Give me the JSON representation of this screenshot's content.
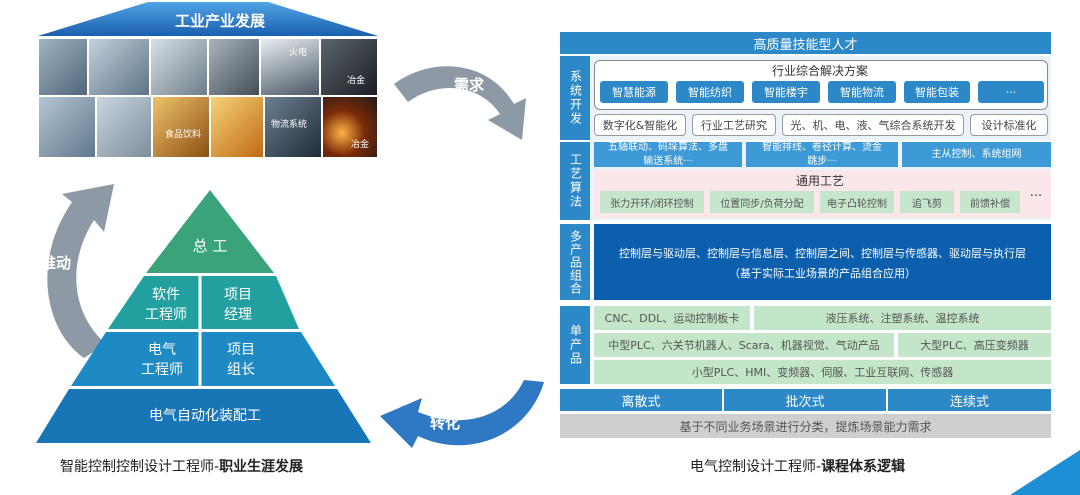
{
  "collage": {
    "title": "工业产业发展",
    "photo_labels": [
      "火电",
      "冶金",
      "食品饮料",
      "物流系统",
      "冶金"
    ]
  },
  "pyramid": {
    "top": "总 工",
    "row2_left": "软件\n工程师",
    "row2_right": "项目\n经理",
    "row3_left": "电气\n工程师",
    "row3_right": "项目\n组长",
    "base": "电气自动化装配工"
  },
  "arrows": {
    "demand": "需求",
    "drive": "推动",
    "transform": "转化"
  },
  "captions": {
    "left_prefix": "智能控制控制设计工程师-",
    "left_bold": "职业生涯发展",
    "right_prefix": "电气控制设计工程师-",
    "right_bold": "课程体系逻辑"
  },
  "framework": {
    "top_bar": "高质量技能型人才",
    "system_dev": {
      "label": "系统开发",
      "solutions_title": "行业综合解决方案",
      "solutions": [
        "智慧能源",
        "智能纺织",
        "智能楼宇",
        "智能物流",
        "智能包装",
        "···"
      ],
      "outlines": [
        "数字化&智能化",
        "行业工艺研究",
        "光、机、电、液、气综合系统开发",
        "设计标准化"
      ]
    },
    "process": {
      "label": "工艺算法",
      "blue": [
        "五轴联动、码垛算法、多盘\n输送系统···",
        "智能排线、卷径计算、烫金\n跳步···",
        "主从控制、系统组网"
      ],
      "general_title": "通用工艺",
      "general": [
        "张力开环/闭环控制",
        "位置同步/负荷分配",
        "电子凸轮控制",
        "追飞剪",
        "前馈补偿",
        "···"
      ]
    },
    "multi": {
      "label": "多产品组合",
      "line1": "控制层与驱动层、控制层与信息层、控制层之间、控制层与传感器、驱动层与执行层",
      "line2": "（基于实际工业场景的产品组合应用）"
    },
    "single": {
      "label": "单产品",
      "r1a": "CNC、DDL、运动控制板卡",
      "r1b": "液压系统、注塑系统、温控系统",
      "r2a": "中型PLC、六关节机器人、Scara、机器视觉、气动产品",
      "r2b": "大型PLC、高压变频器",
      "r3": "小型PLC、HMI、变频器、伺服、工业互联网、传感器"
    },
    "types": [
      "离散式",
      "批次式",
      "连续式"
    ],
    "bottom": "基于不同业务场景进行分类，提炼场景能力需求"
  },
  "colors": {
    "primary_blue": "#2d88c7",
    "dark_blue": "#0b5fad",
    "green": "#3aa37a",
    "green_light": "#c3e5c8",
    "pink": "#fbe6ea",
    "gray": "#cfcfcf",
    "arrow_gray": "#8d9aa6"
  }
}
